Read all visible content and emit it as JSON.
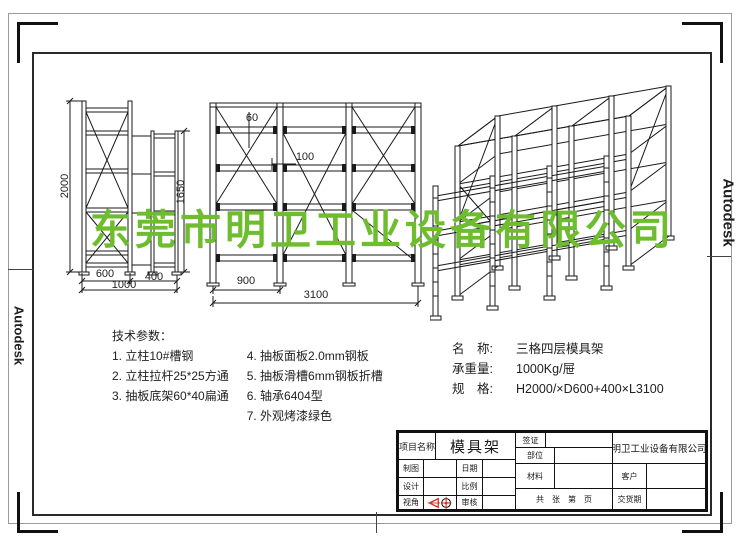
{
  "page": {
    "watermark": "东莞市明卫工业设备有限公司",
    "autodesk_left": "Autodesk",
    "autodesk_right": "Autodesk"
  },
  "colors": {
    "watermark_green": "#6dbd2e",
    "projection_symbol_red": "#d92b1c",
    "line": "#1a1a1a"
  },
  "side_view": {
    "dim_height": "2000",
    "dim_inner_height": "1650",
    "dim_front": "600",
    "dim_back": "400",
    "dim_total_depth": "1000"
  },
  "front_view": {
    "dim_gap": "60",
    "dim_beam": "100",
    "dim_bay": "900",
    "dim_total": "3100"
  },
  "tech_params": {
    "title": "技术参数：",
    "col1": [
      "1. 立柱10#槽钢",
      "2. 立柱拉杆25*25方通",
      "3. 抽板底架60*40扁通"
    ],
    "col2": [
      "4. 抽板面板2.0mm钢板",
      "5. 抽板滑槽6mm钢板折槽",
      "6. 轴承6404型",
      "7. 外观烤漆绿色"
    ]
  },
  "spec": {
    "name_label": "名　称:",
    "name_value": "三格四层模具架",
    "load_label": "承重量:",
    "load_value": "1000Kg/屉",
    "size_label": "规　格:",
    "size_value": "H2000/×D600+400×L3100"
  },
  "title_block": {
    "project_label": "项目名称",
    "project_name": "模具架",
    "company": "明卫工业设备有限公司",
    "draft_label": "制图",
    "date_label": "日期",
    "design_label": "设计",
    "scale_label": "比例",
    "view_label": "视角",
    "review_label": "审核",
    "sign_label": "签证",
    "part_label": "部位",
    "material_label": "材料",
    "pages_label": "共　张　第　页",
    "customer_label": "客户",
    "delivery_label": "交货期"
  }
}
